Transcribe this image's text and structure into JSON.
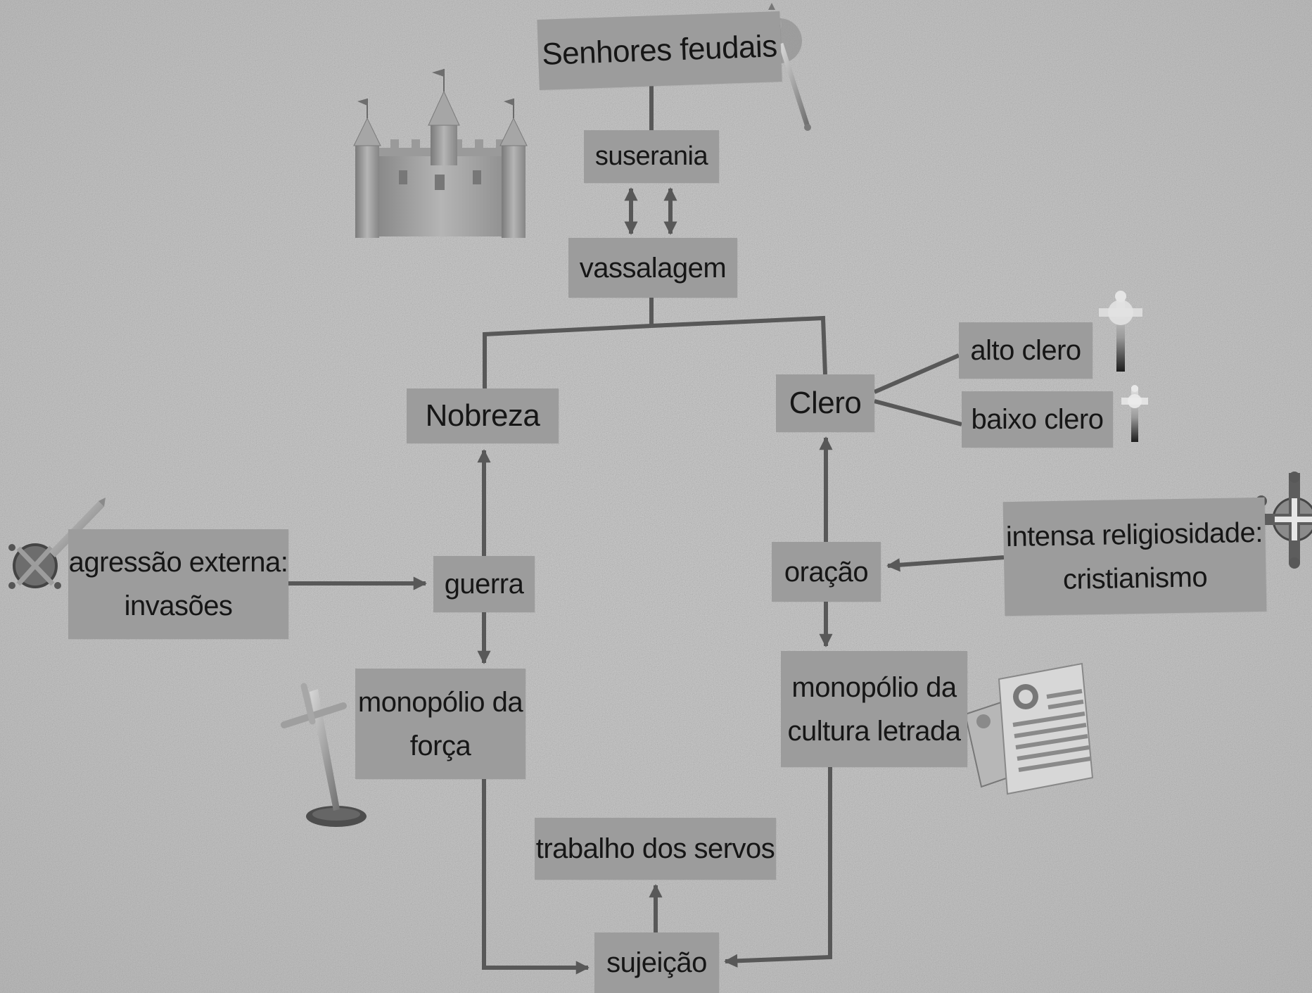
{
  "diagram": {
    "nodes": {
      "senhores": [
        "Senhores feudais"
      ],
      "suserania": [
        "suserania"
      ],
      "vassalagem": [
        "vassalagem"
      ],
      "nobreza": [
        "Nobreza"
      ],
      "clero": [
        "Clero"
      ],
      "alto_clero": [
        "alto clero"
      ],
      "baixo_clero": [
        "baixo clero"
      ],
      "intensa": [
        "intensa religiosidade:",
        "cristianismo"
      ],
      "agressao": [
        "agressão externa:",
        "invasões"
      ],
      "guerra": [
        "guerra"
      ],
      "oracao": [
        "oração"
      ],
      "forca": [
        "monopólio da",
        "força"
      ],
      "cultura": [
        "monopólio da",
        "cultura letrada"
      ],
      "trabalho": [
        "trabalho dos servos"
      ],
      "sujeicao": [
        "sujeição"
      ]
    },
    "edges": [
      {
        "from": "senhores",
        "to": "suserania",
        "arrow": "none"
      },
      {
        "from": "suserania",
        "to": "vassalagem",
        "arrow": "both"
      },
      {
        "from": "vassalagem",
        "to": "nobreza",
        "arrow": "none"
      },
      {
        "from": "vassalagem",
        "to": "clero",
        "arrow": "none"
      },
      {
        "from": "clero",
        "to": "alto_clero",
        "arrow": "none"
      },
      {
        "from": "clero",
        "to": "baixo_clero",
        "arrow": "none"
      },
      {
        "from": "agressao",
        "to": "guerra",
        "arrow": "forward"
      },
      {
        "from": "guerra",
        "to": "nobreza",
        "arrow": "forward"
      },
      {
        "from": "guerra",
        "to": "forca",
        "arrow": "forward"
      },
      {
        "from": "intensa",
        "to": "oracao",
        "arrow": "forward"
      },
      {
        "from": "oracao",
        "to": "clero",
        "arrow": "forward"
      },
      {
        "from": "oracao",
        "to": "cultura",
        "arrow": "forward"
      },
      {
        "from": "forca",
        "to": "sujeicao",
        "arrow": "forward"
      },
      {
        "from": "cultura",
        "to": "sujeicao",
        "arrow": "forward"
      },
      {
        "from": "sujeicao",
        "to": "trabalho",
        "arrow": "forward"
      }
    ],
    "icons": [
      "castle-icon",
      "scepter-icon",
      "sword-shield-icon",
      "sword-in-ground-icon",
      "tall-cross-icon",
      "small-cross-icon",
      "cross-shield-icon",
      "manuscript-icon"
    ],
    "colors": {
      "background": "#bdbdbd",
      "box": "#9c9c9c",
      "text": "#161616",
      "line": "#585858"
    }
  }
}
